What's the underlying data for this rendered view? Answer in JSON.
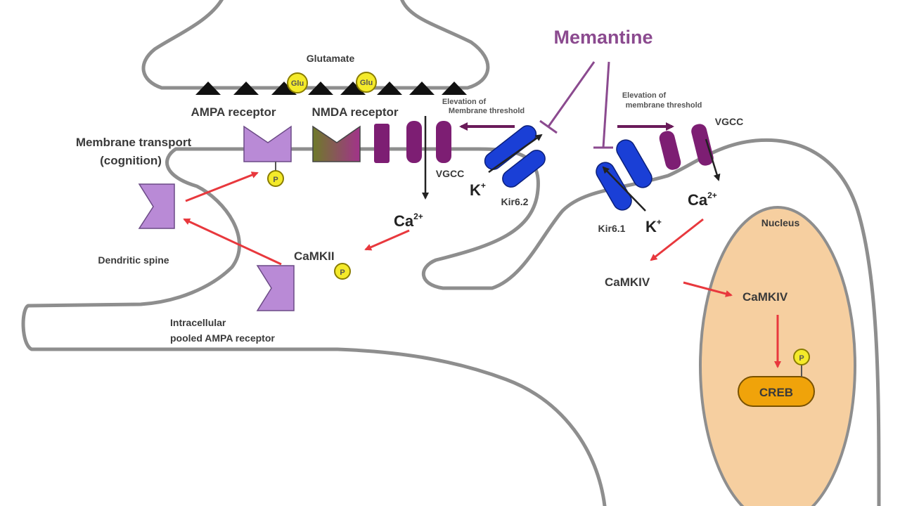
{
  "labels": {
    "memantine": "Memantine",
    "glutamate": "Glutamate",
    "glu": "Glu",
    "ampa_receptor": "AMPA receptor",
    "nmda_receptor": "NMDA receptor",
    "membrane_transport_line1": "Membrane transport",
    "membrane_transport_line2": "(cognition)",
    "elevation_left_line1": "Elevation of",
    "elevation_left_line2": "Membrane threshold",
    "elevation_right_line1": "Elevation of",
    "elevation_right_line2": "membrane threshold",
    "vgcc_left": "VGCC",
    "vgcc_right": "VGCC",
    "k_left": "K",
    "k_right": "K",
    "k_sup": "+",
    "kir62": "Kir6.2",
    "kir61": "Kir6.1",
    "ca_left": "Ca",
    "ca_right": "Ca",
    "ca_sup": "2+",
    "camkii": "CaMKII",
    "camkiv_cyto": "CaMKIV",
    "camkiv_nuc": "CaMKIV",
    "creb": "CREB",
    "nucleus": "Nucleus",
    "phospho": "P",
    "dendritic_spine": "Dendritic spine",
    "intracellular_line1": "Intracellular",
    "intracellular_line2": "pooled AMPA receptor"
  },
  "colors": {
    "memantine": "#8b4a8f",
    "membrane": "#8e8e8e",
    "ampa": "#b98ad6",
    "nmda_left": "#6e7a2a",
    "nmda_right": "#a2338a",
    "vgcc": "#7d1e73",
    "kir": "#1a3fd6",
    "phospho": "#f4ea2a",
    "nucleus": "#f6cfa0",
    "creb": "#f0a30a",
    "red_arrow": "#e8383d"
  }
}
